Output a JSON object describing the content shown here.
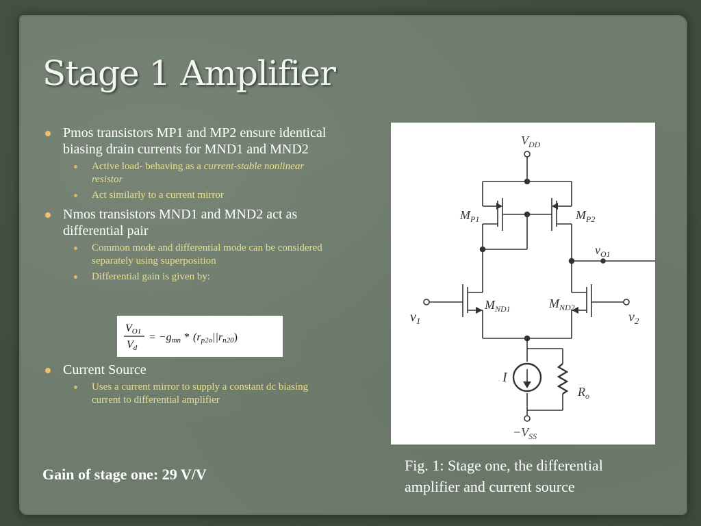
{
  "slide": {
    "title": "Stage 1 Amplifier",
    "bullets": [
      {
        "text": "Pmos transistors MP1 and MP2 ensure identical biasing drain currents for MND1 and MND2",
        "sub": [
          {
            "text_plain": "Active load- behaving as a ",
            "text_italic": "current-stable nonlinear resistor"
          },
          {
            "text_plain": "Act similarly to a current mirror",
            "text_italic": ""
          }
        ]
      },
      {
        "text": "Nmos transistors MND1 and MND2 act as differential pair",
        "sub": [
          {
            "text_plain": "Common mode and differential mode can be considered separately using superposition",
            "text_italic": ""
          },
          {
            "text_plain": "Differential gain is given by:",
            "text_italic": ""
          }
        ]
      },
      {
        "text": "Current Source",
        "sub": [
          {
            "text_plain": "Uses a current mirror to supply a constant dc biasing current to differential amplifier",
            "text_italic": ""
          }
        ]
      }
    ],
    "formula": {
      "numerator": "V",
      "numerator_sub": "O1",
      "denominator": "V",
      "denominator_sub": "d",
      "rhs_equals": "= −g",
      "rhs_g_sub": "mn",
      "rhs_star": "*",
      "rhs_paren_open": "(r",
      "rhs_r1_sub": "p2o",
      "rhs_parallel": "||r",
      "rhs_r2_sub": "n20",
      "rhs_paren_close": ")"
    },
    "gain": "Gain of stage one: 29 V/V",
    "caption": "Fig. 1:  Stage one, the differential amplifier and current source",
    "circuit": {
      "vdd": "V",
      "vdd_sub": "DD",
      "mp1": "M",
      "mp1_sub": "P1",
      "mp2": "M",
      "mp2_sub": "P2",
      "vo1": "v",
      "vo1_sub": "O1",
      "mnd1": "M",
      "mnd1_sub": "ND1",
      "mnd2": "M",
      "mnd2_sub": "ND2",
      "v1": "v",
      "v1_sub": "1",
      "v2": "v",
      "v2_sub": "2",
      "current": "I",
      "ro": "R",
      "ro_sub": "o",
      "vss": "−V",
      "vss_sub": "SS"
    },
    "colors": {
      "background": "#3f4d3c",
      "panel": "#6e7c6d",
      "title": "#f4f6f2",
      "bullet_text": "#ffffff",
      "sub_bullet_text": "#e8e090",
      "bullet_marker": "#f0c070"
    }
  }
}
